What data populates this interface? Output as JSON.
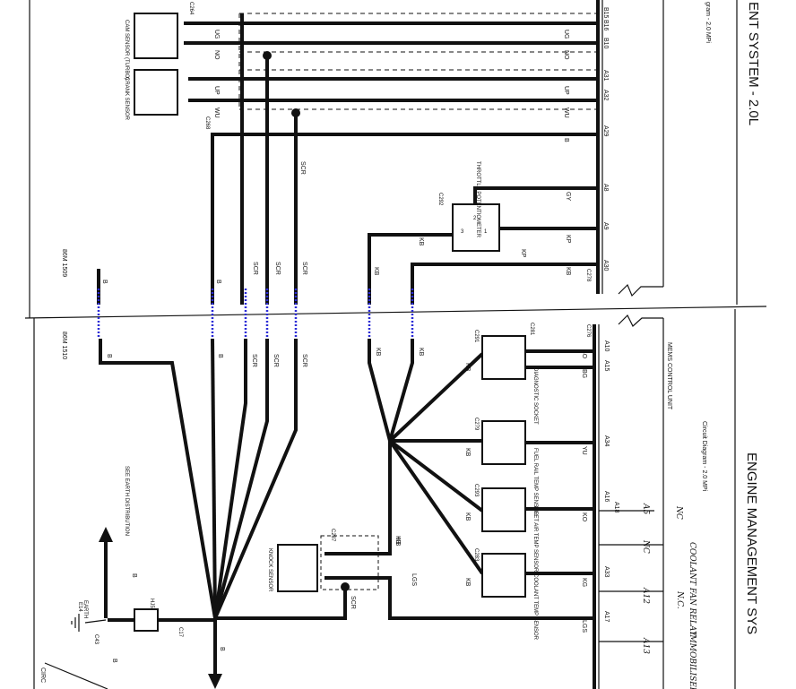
{
  "pages": {
    "top": {
      "title": "ENT SYSTEM - 2.0L",
      "subtitle": "gram - 2.0 MPi",
      "page_ref": "86M 1509"
    },
    "bottom": {
      "title": "ENGINE MANAGEMENT SYS",
      "subtitle": "Circuit Diagram - 2.0 MPi",
      "page_ref": "86M 1510",
      "footer": "CIRC"
    }
  },
  "ecu": {
    "name": "MEMS CONTROL UNIT"
  },
  "top_pins": [
    "B15",
    "B16",
    "B10",
    "A31",
    "A32",
    "A29",
    "A8",
    "A9",
    "A30"
  ],
  "bottom_pins": [
    "A10",
    "A15",
    "A34",
    "A16",
    "A18",
    "A33",
    "A17"
  ],
  "connectors": [
    "C264",
    "C268",
    "C292",
    "C278",
    "C276",
    "C281",
    "C291",
    "C279",
    "C293",
    "C283",
    "C287",
    "C17",
    "C43"
  ],
  "components": {
    "cam_sensor": "CAM SENSOR (TURBO)",
    "crank_sensor": "CRANK SENSOR",
    "throttle_pot": "THROTTLE POTENTIOMETER",
    "diagnostic_socket": "DIAGNOSTIC SOCKET",
    "fuel_rail": "FUEL RAIL TEMP SENSOR",
    "inlet_air": "INLET AIR TEMP SENSOR",
    "coolant": "COOLANT TEMP SENSOR",
    "knock": "KNOCK SENSOR",
    "earth_dist": "SEE EARTH DISTRIBUTION",
    "earth": "EARTH",
    "earth_ref": "E14",
    "fuse": "HJ5"
  },
  "wire_colors": {
    "ug": "UG",
    "no": "NO",
    "up": "UP",
    "wu": "WU",
    "b": "B",
    "gy": "GY",
    "kp": "KP",
    "kb": "KB",
    "scr": "SCR",
    "bo": "BO",
    "bg": "BG",
    "yu": "YU",
    "ko": "KO",
    "kg": "KG",
    "lgs": "LGS"
  },
  "pot_pins": [
    "1",
    "2",
    "3"
  ],
  "handwritten": {
    "nc1": "NC",
    "a5": "A5",
    "coolant_fan": "COOLANT FAN RELAY",
    "nc2": "NC",
    "nc3": "N.C.",
    "a12": "A12",
    "immob": "IMMOBILISER",
    "a13": "A13"
  }
}
